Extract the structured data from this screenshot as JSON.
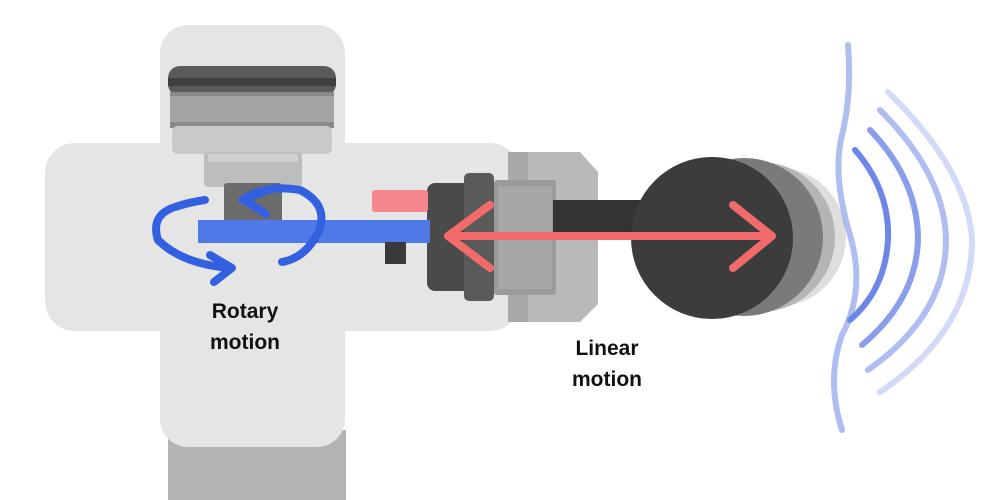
{
  "labels": {
    "rotary": [
      "Rotary",
      "motion"
    ],
    "linear": [
      "Linear",
      "motion"
    ]
  },
  "colors": {
    "housing": "#e5e5e5",
    "housing_outline": "#d6d6d6",
    "handle": "#b3b3b3",
    "motor_dark": "#5a5a5a",
    "motor_mid": "#9d9d9d",
    "motor_light": "#d2d2d2",
    "shaft": "#6b6b6b",
    "crank_blue": "#4f79e6",
    "rotary_arrow": "#3260e0",
    "pin_pink": "#f4868e",
    "pin_dark": "#3a3a3a",
    "piston_dark": "#4a4a4a",
    "piston_mid": "#777777",
    "piston_light": "#9a9a9a",
    "nozzle": "#b9b9b9",
    "nozzle_shade": "#a9a9a9",
    "rod": "#333333",
    "head": "#3c3c3c",
    "head_ghost_1": "#7a7a7a",
    "head_ghost_2": "#b5b5b5",
    "head_ghost_3": "#dedede",
    "linear_arrow": "#f26b6b",
    "wave": "#6e86e6"
  }
}
